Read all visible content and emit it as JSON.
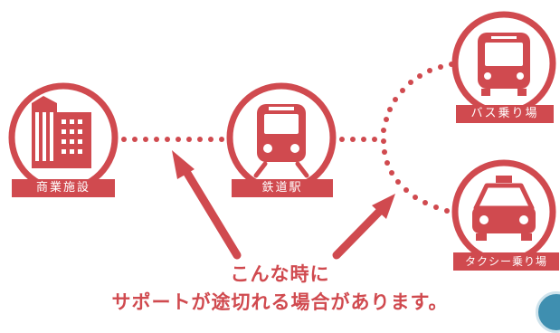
{
  "nodes": {
    "commercial": {
      "label": "商業施設",
      "icon": "office-building-icon"
    },
    "station": {
      "label": "鉄道駅",
      "icon": "train-icon"
    },
    "bus": {
      "label": "バス乗り場",
      "icon": "bus-icon"
    },
    "taxi": {
      "label": "タクシー乗り場",
      "icon": "taxi-icon"
    }
  },
  "caption": {
    "line1": "こんな時に",
    "line2": "サポートが途切れる場合があります。"
  },
  "colors": {
    "accent": "#d04a4f",
    "background": "#ffffff",
    "badge": "#3f8fb0"
  }
}
